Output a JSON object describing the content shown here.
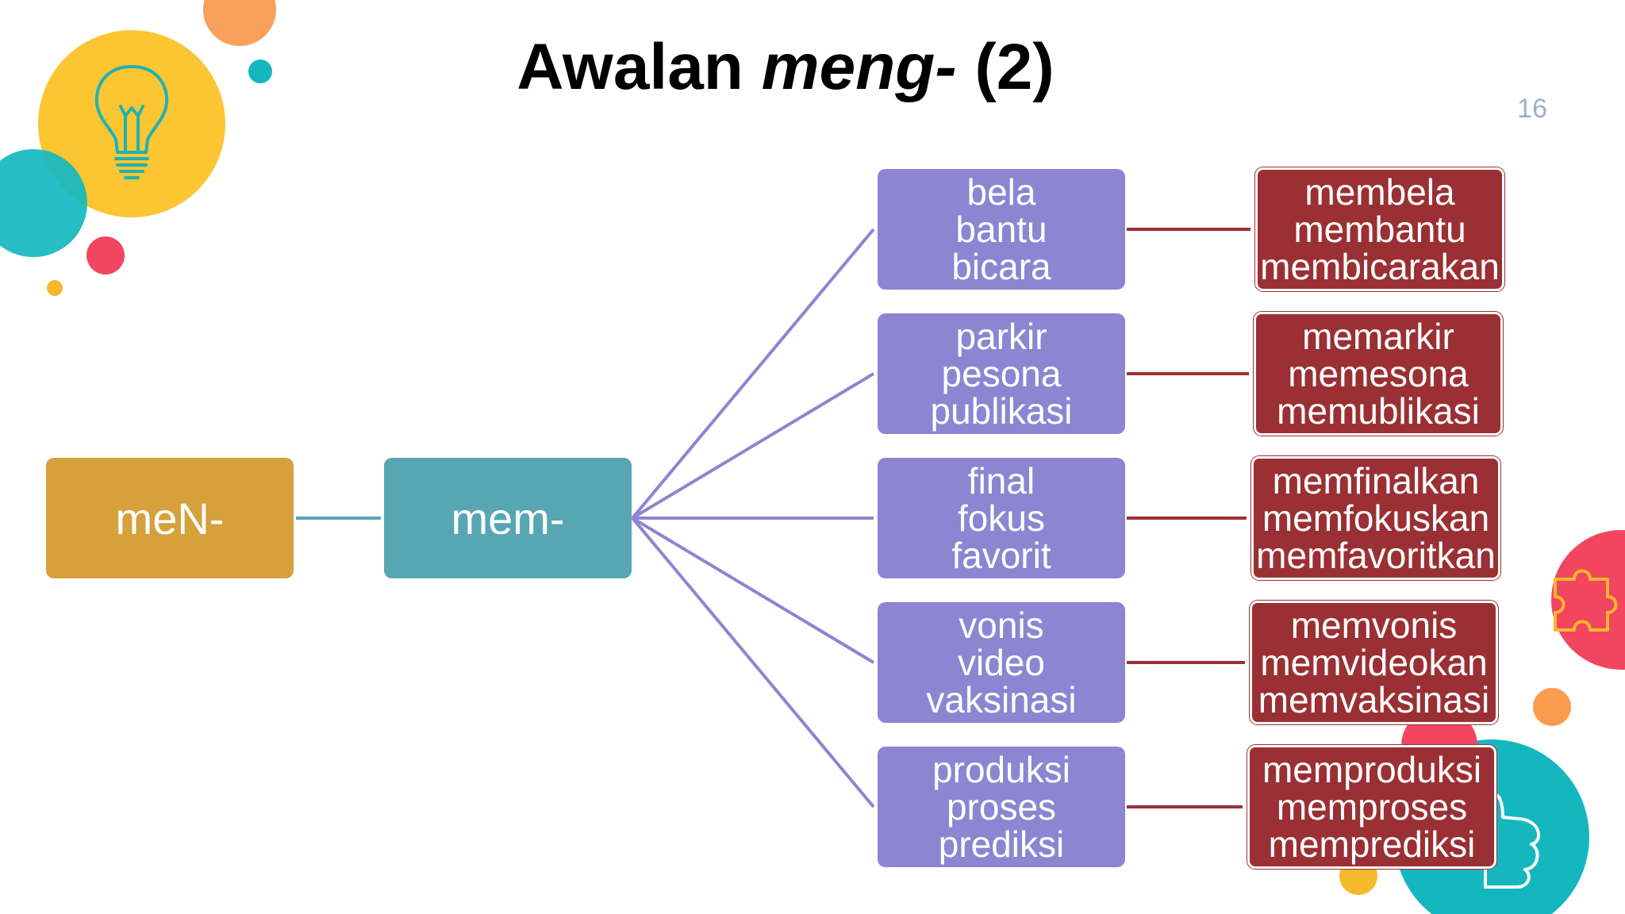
{
  "slide": {
    "title_plain": "Awalan ",
    "title_italic": "meng-",
    "title_tail": " (2)",
    "number": "16"
  },
  "colors": {
    "root_box": "#d6a13b",
    "mid_box": "#58a6b3",
    "base_box": "#8d84d2",
    "derived_box": "#9a3034",
    "teal_line": "#58a6b3",
    "purple_line": "#8d84d2",
    "red_line": "#9a3034"
  },
  "diagram": {
    "root": "meN-",
    "allomorph": "mem-",
    "groups": [
      {
        "base": [
          "bela",
          "bantu",
          "bicara"
        ],
        "derived": [
          "membela",
          "membantu",
          "membicarakan"
        ]
      },
      {
        "base": [
          "parkir",
          "pesona",
          "publikasi"
        ],
        "derived": [
          "memarkir",
          "memesona",
          "memublikasi"
        ]
      },
      {
        "base": [
          "final",
          "fokus",
          "favorit"
        ],
        "derived": [
          "memfinalkan",
          "memfokuskan",
          "memfavoritkan"
        ]
      },
      {
        "base": [
          "vonis",
          "video",
          "vaksinasi"
        ],
        "derived": [
          "memvonis",
          "memvideokan",
          "memvaksinasi"
        ]
      },
      {
        "base": [
          "produksi",
          "proses",
          "prediksi"
        ],
        "derived": [
          "memproduksi",
          "memproses",
          "memprediksi"
        ]
      }
    ]
  },
  "decorations": {
    "icons": [
      "lightbulb-icon",
      "puzzle-icon",
      "thumbs-up-icon"
    ]
  }
}
